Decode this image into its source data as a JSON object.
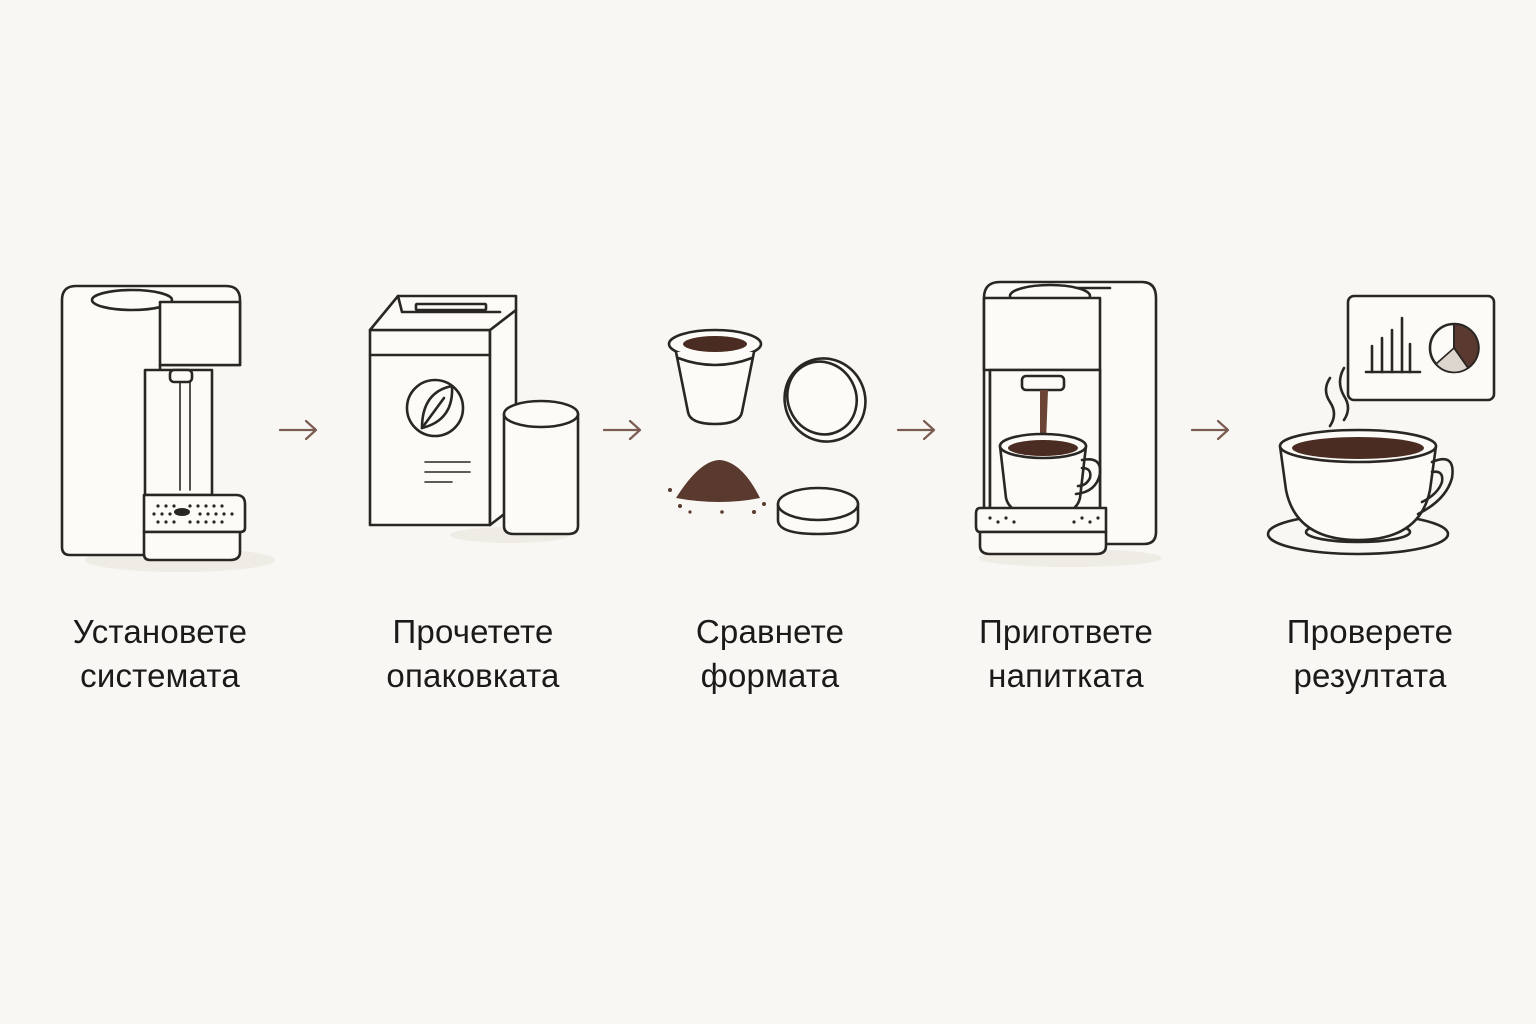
{
  "steps": [
    {
      "line1": "Установете",
      "line2": "системата",
      "icon": "coffee-machine-icon"
    },
    {
      "line1": "Прочетете",
      "line2": "опаковката",
      "icon": "coffee-package-icon"
    },
    {
      "line1": "Сравнете",
      "line2": "формата",
      "icon": "coffee-formats-icon"
    },
    {
      "line1": "Пригответе",
      "line2": "напитката",
      "icon": "brewing-machine-icon"
    },
    {
      "line1": "Проверете",
      "line2": "резултата",
      "icon": "coffee-cup-chart-icon"
    }
  ],
  "colors": {
    "background": "#f9f7f3",
    "line": "#2a2624",
    "coffee": "#4a2c22",
    "arrow": "#7a5c52"
  }
}
